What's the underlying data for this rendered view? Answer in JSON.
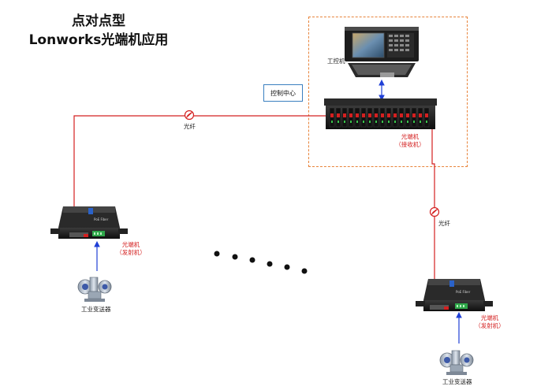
{
  "title": {
    "line1": "点对点型",
    "line2": "Lonworks光端机应用"
  },
  "control_center": {
    "label": "控制中心"
  },
  "ipc": {
    "label": "工控机"
  },
  "receiver": {
    "line1": "光端机",
    "line2": "（接收机）"
  },
  "fiber_label": "光纤",
  "transmitter_left": {
    "line1": "光端机",
    "line2": "（发射机）"
  },
  "transmitter_right": {
    "line1": "光端机",
    "line2": "（发射机）"
  },
  "transmitter_device_text": "PoE Fiber",
  "sensor_left": {
    "label": "工业变送器"
  },
  "sensor_right": {
    "label": "工业变送器"
  },
  "colors": {
    "fiber": "#d42020",
    "link": "#1f3fd6",
    "frame": "#e8833a",
    "label_border": "#3a7fc0"
  }
}
